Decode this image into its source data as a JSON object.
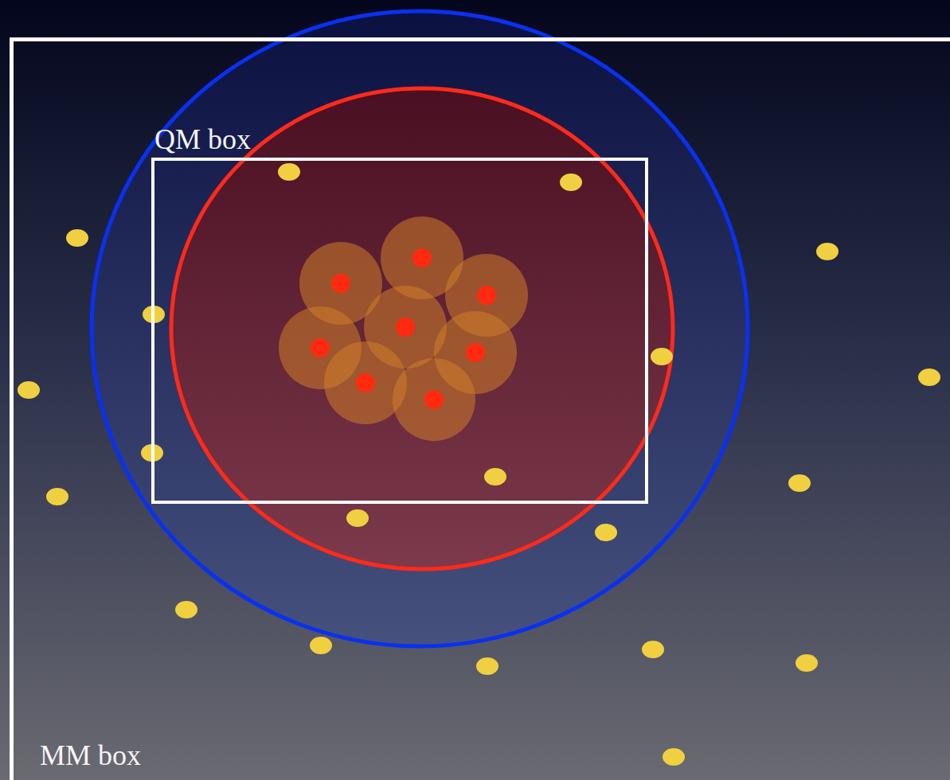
{
  "diagram": {
    "nodes": [
      {
        "text": [
          "MM box"
        ]
      },
      {
        "text": [
          "QM box"
        ],
        "in": 0
      }
    ]
  }
}
